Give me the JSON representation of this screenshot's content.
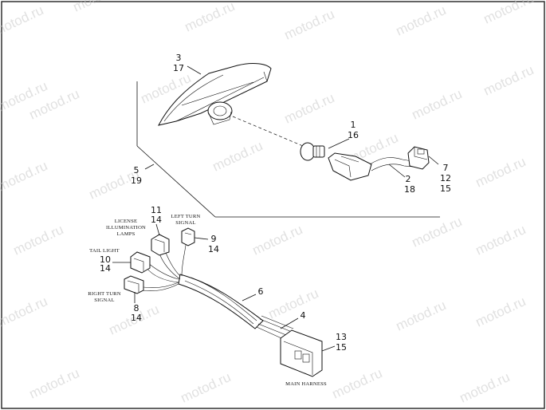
{
  "watermark": "motod.ru",
  "callouts": [
    {
      "id": "c3",
      "lines": [
        "3",
        "17"
      ]
    },
    {
      "id": "c1",
      "lines": [
        "1",
        "16"
      ]
    },
    {
      "id": "c5",
      "lines": [
        "5",
        "19"
      ]
    },
    {
      "id": "c2",
      "lines": [
        "2",
        "18"
      ]
    },
    {
      "id": "c7",
      "lines": [
        "7",
        "12",
        "15"
      ]
    },
    {
      "id": "c11",
      "lines": [
        "11",
        "14"
      ]
    },
    {
      "id": "c9",
      "lines": [
        "9",
        "14"
      ]
    },
    {
      "id": "c10",
      "lines": [
        "10",
        "14"
      ]
    },
    {
      "id": "c6",
      "lines": [
        "6"
      ]
    },
    {
      "id": "c8",
      "lines": [
        "8",
        "14"
      ]
    },
    {
      "id": "c4",
      "lines": [
        "4"
      ]
    },
    {
      "id": "c13",
      "lines": [
        "13",
        "15"
      ]
    }
  ],
  "captions": {
    "license": [
      "LICENSE",
      "ILLUMINATION",
      "LAMPS"
    ],
    "left_turn": [
      "LEFT TURN",
      "SIGNAL"
    ],
    "tail_light": [
      "TAIL LIGHT"
    ],
    "right_turn": [
      "RIGHT TURN",
      "SIGNAL"
    ],
    "main_harness": [
      "MAIN HARNESS"
    ]
  }
}
